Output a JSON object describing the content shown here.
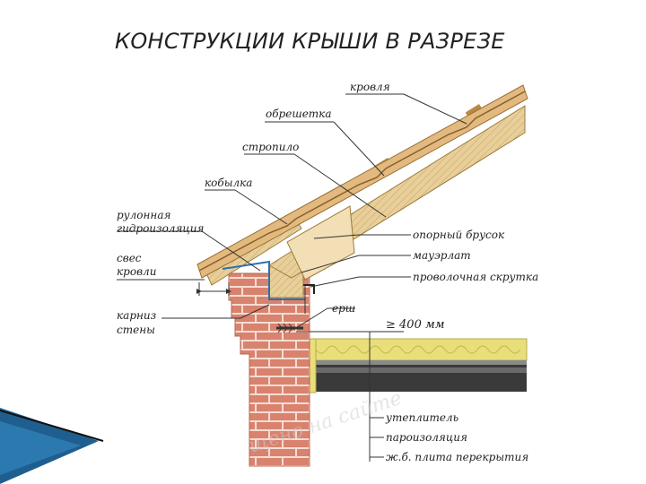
{
  "slide": {
    "title": "КОНСТРУКЦИИ КРЫШИ В РАЗРЕЗЕ"
  },
  "diagram": {
    "labels": {
      "krovlya": "кровля",
      "obreshetka": "обрешетка",
      "stropilo": "стропило",
      "kobylka": "кобылка",
      "waterproof_1": "рулонная",
      "waterproof_2": "гидроизоляция",
      "eave_1": "свес",
      "eave_2": "кровли",
      "cornice_1": "карниз",
      "cornice_2": "стены",
      "support_bar": "опорный брусок",
      "mauerlat": "мауэрлат",
      "wire_twist": "проволочная скрутка",
      "ersh": "ерш",
      "distance": "≥ 400 мм",
      "insulation": "утеплитель",
      "vapor_barrier": "пароизоляция",
      "slab": "ж.б. плита перекрытия"
    },
    "watermark": "щено на сайте"
  },
  "colors": {
    "brick": "#d9826e",
    "mortar": "#f3ddd4",
    "wood": "#e8cf9a",
    "roof": "#e2b97f",
    "insulation": "#e8df7a",
    "slab": "#3a3a3a",
    "accent_blue": "#1f5f8f"
  }
}
